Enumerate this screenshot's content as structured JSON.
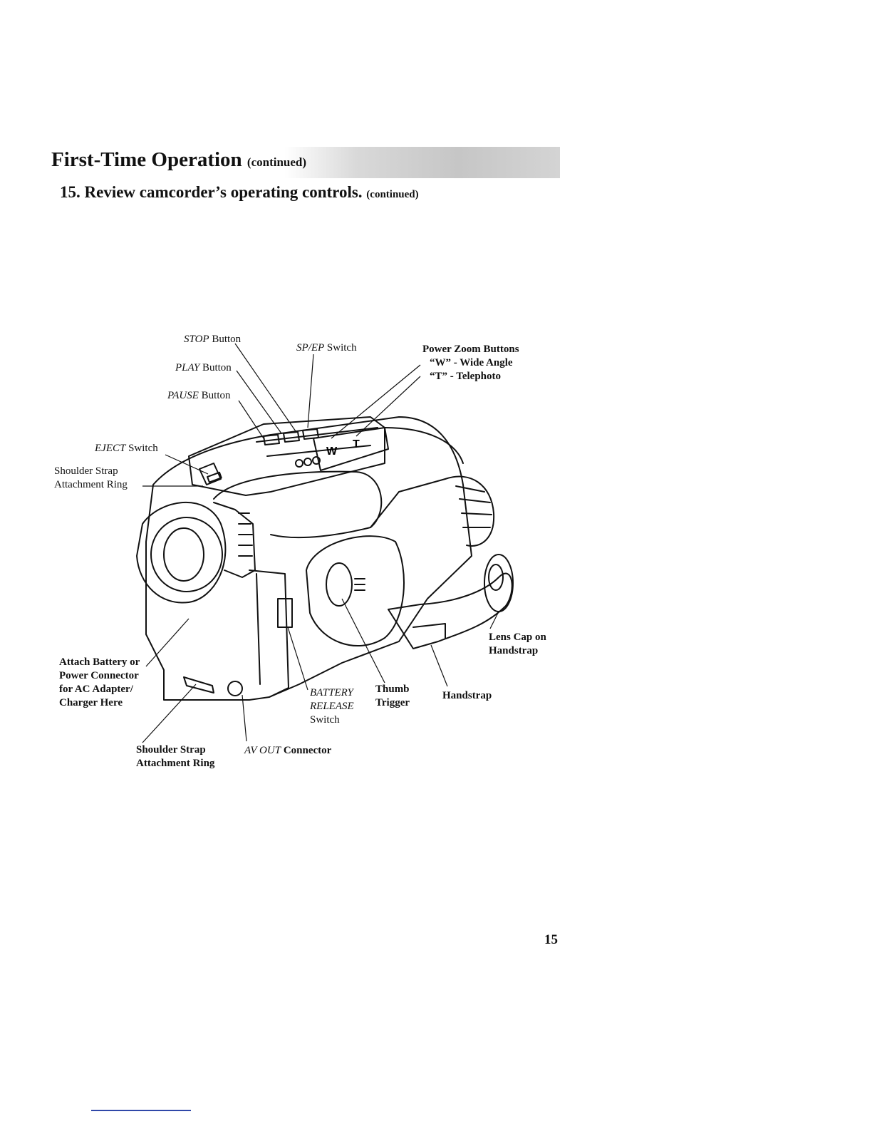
{
  "header": {
    "title": "First-Time Operation",
    "title_suffix": "(continued)",
    "step": "15. Review camcorder’s operating controls.",
    "step_suffix": "(continued)"
  },
  "callouts": {
    "stop": {
      "italic": "STOP",
      "text": "Button"
    },
    "play": {
      "italic": "PLAY",
      "text": "Button"
    },
    "pause": {
      "italic": "PAUSE",
      "text": "Button"
    },
    "spep": {
      "italic": "SP/EP",
      "text": "Switch"
    },
    "zoom": {
      "line1": "Power Zoom Buttons",
      "line2": "“W” - Wide Angle",
      "line3": "“T” - Telephoto"
    },
    "eject": {
      "italic": "EJECT",
      "text": "Switch"
    },
    "strap_top": {
      "line1": "Shoulder Strap",
      "line2": "Attachment Ring"
    },
    "battery_attach": {
      "line1": "Attach Battery or",
      "line2": "Power Connector",
      "line3": "for AC Adapter/",
      "line4": "Charger Here"
    },
    "strap_bottom": {
      "line1": "Shoulder Strap",
      "line2": "Attachment Ring"
    },
    "avout": {
      "italic": "AV OUT",
      "text": "Connector"
    },
    "battery_release": {
      "line1": "BATTERY",
      "line2": "RELEASE",
      "line3": "Switch"
    },
    "thumb": {
      "line1": "Thumb",
      "line2": "Trigger"
    },
    "handstrap": {
      "text": "Handstrap"
    },
    "lenscap": {
      "line1": "Lens Cap on",
      "line2": "Handstrap"
    }
  },
  "zoom_button_labels": {
    "w": "W",
    "t": "T"
  },
  "page_number": "15"
}
